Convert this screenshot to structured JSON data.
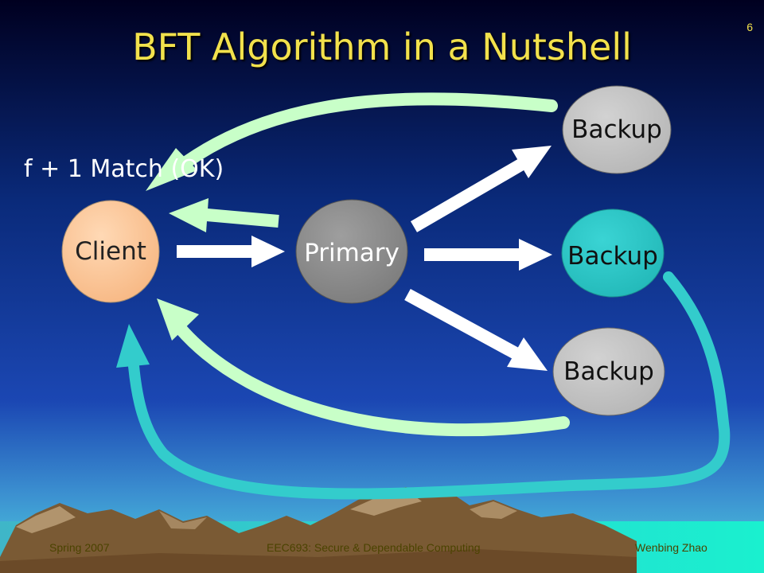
{
  "slide": {
    "number": "6",
    "title": "BFT Algorithm in a Nutshell",
    "note": "f + 1 Match (OK)"
  },
  "nodes": {
    "client": "Client",
    "primary": "Primary",
    "backup_top": "Backup",
    "backup_middle": "Backup",
    "backup_bottom": "Backup"
  },
  "footer": {
    "left": "Spring 2007",
    "center": "EEC693: Secure & Dependable Computing",
    "right": "Wenbing Zhao"
  },
  "colors": {
    "title": "#f2e14c",
    "client": "#ffc799",
    "primary": "#8f8f8f",
    "backup_gray": "#c4c4c4",
    "backup_teal": "#2ec7c7",
    "reply_green": "#c8ffc8",
    "reply_teal": "#33cccc",
    "request_white": "#ffffff"
  }
}
